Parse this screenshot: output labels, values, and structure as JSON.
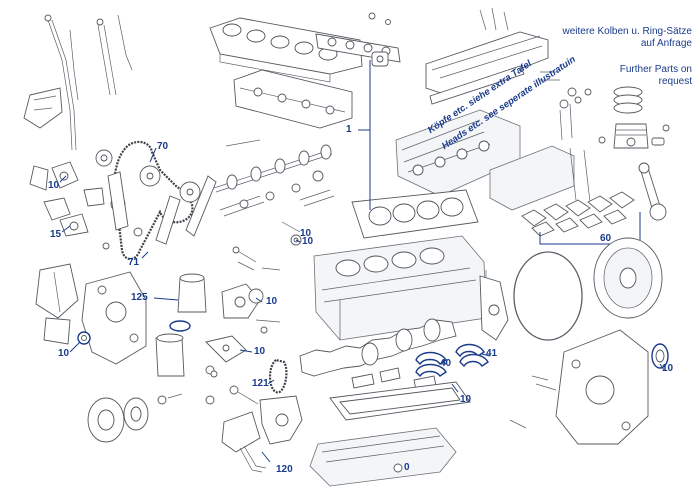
{
  "notes": {
    "pistons_de": "weitere Kolben u. Ring-Sätze auf Anfrage",
    "further_parts_en": "Further Parts on request"
  },
  "heads_note": {
    "de": "Köpfe etc. siehe extra Tafel",
    "en": "Heads etc. see seperate illustratuin"
  },
  "callouts": {
    "c1": "1",
    "c70": "70",
    "c10_a": "10",
    "c15": "15",
    "c71": "71",
    "c10_b": "10",
    "c125": "125",
    "c10_c": "10",
    "c10_d": "10",
    "c10_e": "10",
    "c10_f": "10",
    "c60": "60",
    "c40": "40",
    "c41": "41",
    "c10_g": "10",
    "c10_h": "10",
    "c121": "121",
    "c120": "120",
    "c0": "0"
  },
  "colors": {
    "callout": "#1a3b8c",
    "line_art": "#555a60",
    "background": "#ffffff"
  }
}
